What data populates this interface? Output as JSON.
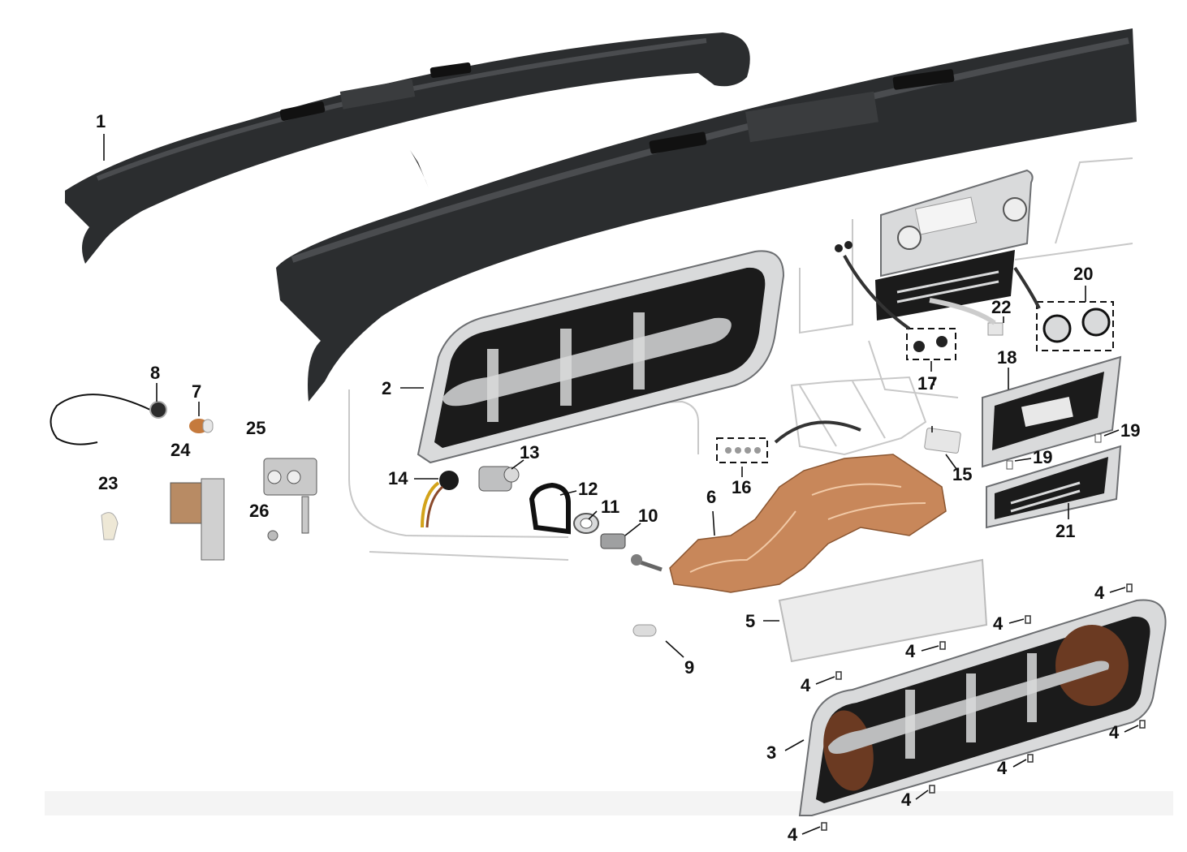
{
  "diagram": {
    "callouts": {
      "c1": "1",
      "c2": "2",
      "c3": "3",
      "c4": "4",
      "c5": "5",
      "c6": "6",
      "c7": "7",
      "c8": "8",
      "c9": "9",
      "c10": "10",
      "c11": "11",
      "c12": "12",
      "c13": "13",
      "c14": "14",
      "c15": "15",
      "c16": "16",
      "c17": "17",
      "c18": "18",
      "c19": "19",
      "c20": "20",
      "c21": "21",
      "c22": "22",
      "c23": "23",
      "c24": "24",
      "c25": "25",
      "c26": "26"
    },
    "colors": {
      "pad": "#2b2d2f",
      "pad_highlight": "#4a4c4f",
      "chrome": "#d9dadb",
      "chrome_dark": "#6d6f72",
      "bezel_black": "#1b1b1b",
      "copper": "#c8875a",
      "woodgrain": "#6b3a22",
      "outline": "#c8c8c8",
      "lens": "#ececec",
      "socket_yellow": "#d3a31a"
    }
  }
}
